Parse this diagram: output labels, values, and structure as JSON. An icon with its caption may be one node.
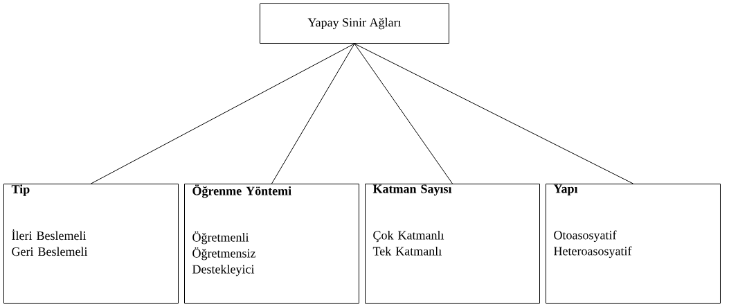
{
  "diagram": {
    "nodes": [
      {
        "text": [
          "Yapay Sinir Ağları"
        ]
      },
      {
        "text": [
          "Tip",
          "İleri Beslemeli",
          "Geri Beslemeli"
        ]
      },
      {
        "text": [
          "Öğrenme Yöntemi",
          "Öğretmenli",
          "Öğretmensiz",
          "Destekleyici"
        ]
      },
      {
        "text": [
          "Katman Sayısı",
          "Çok Katmanlı",
          "Tek Katmanlı"
        ]
      },
      {
        "text": [
          "Yapı",
          "Otoasosyatif",
          "Heteroasosyatif"
        ]
      }
    ],
    "edges": [
      {
        "from": 0,
        "to": 1,
        "arrow": "none"
      },
      {
        "from": 0,
        "to": 2,
        "arrow": "none"
      },
      {
        "from": 0,
        "to": 3,
        "arrow": "none"
      },
      {
        "from": 0,
        "to": 4,
        "arrow": "none"
      }
    ]
  }
}
